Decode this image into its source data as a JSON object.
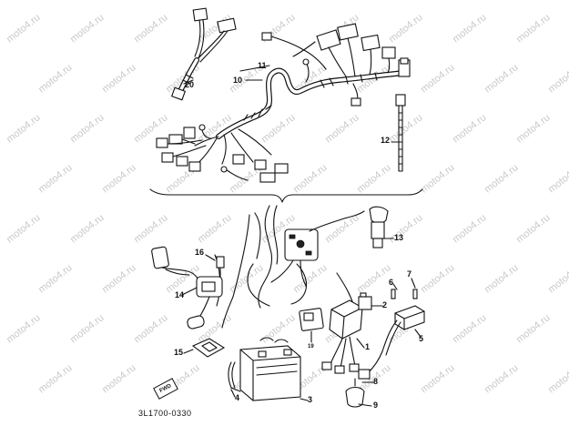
{
  "watermark_text": "moto4.ru",
  "part_code": "3L1700-0330",
  "fwd_label": "FWD",
  "callouts": {
    "c1": "1",
    "c2": "2",
    "c3": "3",
    "c4": "4",
    "c5": "5",
    "c6": "6",
    "c7": "7",
    "c8": "8",
    "c9": "9",
    "c10": "10",
    "c11": "11",
    "c12": "12",
    "c13": "13",
    "c14": "14",
    "c15": "15",
    "c16": "16",
    "c19": "19",
    "c20": "20"
  }
}
